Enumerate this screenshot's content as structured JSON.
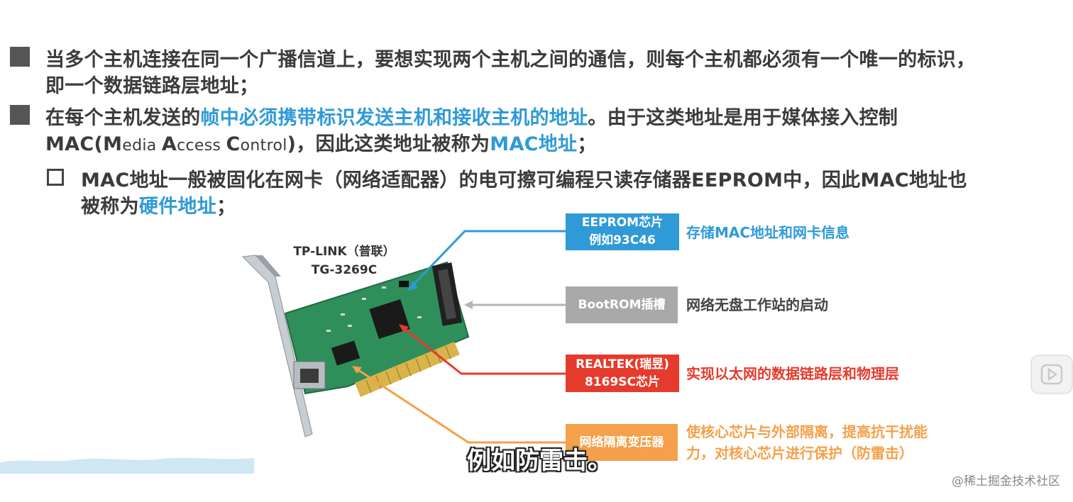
{
  "bullets": {
    "b1_line1": "当多个主机连接在同一个广播信道上，要想实现两个主机之间的通信，则每个主机都必须有一个唯一的标识，",
    "b1_line2": "即一个数据链路层地址；",
    "b2_line1_pre": "在每个主机发送的",
    "b2_line1_hl": "帧中必须携带标识发送主机和接收主机的地址",
    "b2_line1_post": "。由于这类地址是用于媒体接入控制",
    "b2_line2_pre": "MAC(",
    "b2_line2_M": "M",
    "b2_line2_edia": "edia ",
    "b2_line2_A": "A",
    "b2_line2_ccess": "ccess ",
    "b2_line2_C": "C",
    "b2_line2_ontrol": "ontrol",
    "b2_line2_mid": ")，因此这类地址被称为",
    "b2_line2_hl": "MAC地址",
    "b2_line2_end": "；",
    "sub_line1": "MAC地址一般被固化在网卡（网络适配器）的电可擦可编程只读存储器EEPROM中，因此MAC地址也",
    "sub_line2_pre": "被称为",
    "sub_line2_hl": "硬件地址",
    "sub_line2_end": "；"
  },
  "card": {
    "brand": "TP-LINK（普联）",
    "model": "TG-3269C"
  },
  "annotations": [
    {
      "label1": "EEPROM芯片",
      "label2": "例如93C46",
      "desc1": "存储MAC地址和网卡信息",
      "desc2": "",
      "color": "#2f9ad6"
    },
    {
      "label1": "BootROM插槽",
      "label2": "",
      "desc1": "网络无盘工作站的启动",
      "desc2": "",
      "color": "#a9a9a9"
    },
    {
      "label1": "REALTEK(瑞昱)",
      "label2": "8169SC芯片",
      "desc1": "实现以太网的数据链路层和物理层",
      "desc2": "",
      "color": "#e53b2c"
    },
    {
      "label1": "网络隔离变压器",
      "label2": "",
      "desc1": "使核心芯片与外部隔离，提高抗干扰能",
      "desc2": "力，对核心芯片进行保护（防雷击）",
      "color": "#f5a04a"
    }
  ],
  "caption": "例如防雷击。",
  "watermark": "@稀土掘金技术社区",
  "icons": [
    "bullet-square-icon",
    "hollow-square-icon",
    "play-icon"
  ]
}
